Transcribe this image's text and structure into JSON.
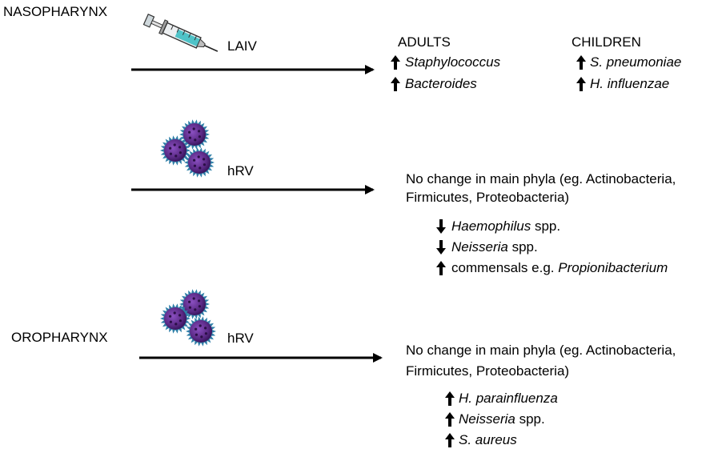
{
  "panels": {
    "nasopharynx_label": "NASOPHARYNX",
    "oropharynx_label": "OROPHARYNX"
  },
  "row1": {
    "agent": "LAIV",
    "icon": "syringe-icon",
    "adults": {
      "heading": "ADULTS",
      "items": [
        {
          "dir": "up",
          "name": "Staphylococcus",
          "suffix": ""
        },
        {
          "dir": "up",
          "name": "Bacteroides",
          "suffix": ""
        }
      ]
    },
    "children": {
      "heading": "CHILDREN",
      "items": [
        {
          "dir": "up",
          "name": "S. pneumoniae",
          "suffix": ""
        },
        {
          "dir": "up",
          "name": "H. influenzae",
          "suffix": ""
        }
      ]
    }
  },
  "row2": {
    "agent": "hRV",
    "icon": "virus-icon",
    "summary_line1": "No change in main phyla (eg. Actinobacteria,",
    "summary_line2": "Firmicutes, Proteobacteria)",
    "items": [
      {
        "dir": "down",
        "prefix": "",
        "name": "Haemophilus",
        "suffix": " spp."
      },
      {
        "dir": "down",
        "prefix": "",
        "name": "Neisseria",
        "suffix": " spp."
      },
      {
        "dir": "up",
        "prefix": "commensals e.g. ",
        "name": "Propionibacterium",
        "suffix": ""
      }
    ]
  },
  "row3": {
    "agent": "hRV",
    "icon": "virus-icon",
    "summary_line1": "No change in main phyla (eg. Actinobacteria,",
    "summary_line2": "Firmicutes, Proteobacteria)",
    "items": [
      {
        "dir": "up",
        "prefix": "",
        "name": "H. parainfluenza",
        "suffix": ""
      },
      {
        "dir": "up",
        "prefix": "",
        "name": "Neisseria",
        "suffix": " spp."
      },
      {
        "dir": "up",
        "prefix": "",
        "name": "S. aureus",
        "suffix": ""
      }
    ]
  },
  "colors": {
    "syringe_fluid": "#4fc3c8",
    "virus_body": "#5b2a86",
    "virus_spikes": "#2f7fa8"
  }
}
